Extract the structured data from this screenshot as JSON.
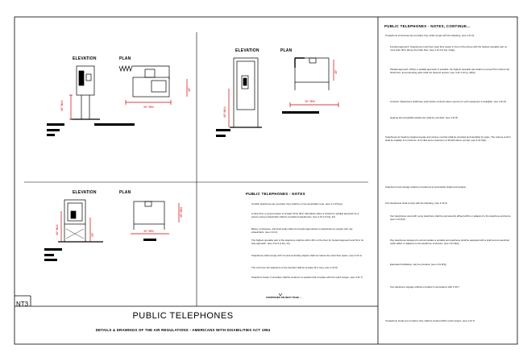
{
  "sheet": {
    "id": "NT3",
    "title": "PUBLIC TELEPHONES",
    "subtitle": "DETAILS & DRAWINGS OF THE AIR REGULATIONS - AMERICANS WITH DISABILITIES ACT 1994"
  },
  "details": {
    "detail_1": {
      "elevation_label": "ELEVATION",
      "plan_label": "PLAN"
    },
    "detail_2": {
      "elevation_label": "ELEVATION",
      "plan_label": "PLAN"
    },
    "detail_3": {
      "elevation_label": "ELEVATION",
      "plan_label": "PLAN"
    }
  },
  "notes_lower": {
    "heading": "PUBLIC TELEPHONES - NOTES",
    "items": [
      "If public telephones are provided, they shall be on the accessible route. (see 4.1.2(7)(a))",
      "A clear floor or ground space of at least 30 by 48 in that allows either a forward or parallel approach by a person using a wheelchair shall be provided at telephones. (see 4.31.2 & Fig. 44)",
      "Bases, enclosures, and fixed seats shall not impede approaches to telephones by people who use wheelchairs. (see 4.31.2)",
      "The highest operable part of the telephone shall be within 48 in of the floor for forward approach and 54 in for side approach. (see 4.31.3 & Fig. 44)",
      "Telephones shall comply with 4.4 and protruding objects shall not reduce the clear floor space. (see 4.31.4)",
      "The cord from the telephone to the handset shall be at least 29 in long. (see 4.31.8)",
      "Telephone books, if provided, shall be located in a position that complies with the reach ranges. (see 4.31.7)"
    ],
    "more_label": "CONTINUED ON NEXT PAGE ---"
  },
  "notes_right": {
    "heading": "PUBLIC TELEPHONES - NOTES, CONTINUE...",
    "items": [
      "If telephone enclosures are provided, they shall comply with the following. (see 4.31.2)",
      "Forward approach. Telephones must have clear floor space in front of the phone with the highest operable part no more than 48 in above the finish floor. (see 4.31.3 & Fig. 44(a))",
      "Parallel approach. Where a parallel approach is possible, the highest operable part shall not exceed 54 in above the finish floor, and protruding parts shall not obstruct access. (see 4.31.3 & Fig. 44(b))",
      "Controls: Telephones shall have push-button controls where service for such equipment is available. (see 4.31.5)",
      "Hearing aid compatible telephones shall be provided. (see 4.31.5)",
      "Telephones for hearing impaired people and volume controls shall be provided and identified by signs. The volume control shall be capable of a minimum of 12 dbA and a maximum of 18 dbA above normal. (see 4.31.5(2))",
      "Telephone book storage shall be provided at an accessible height and location.",
      "Text telephones shall comply with the following. (see 4.31.9)",
      "Text telephones used with a pay telephone shall be permanently affixed within or adjacent to the telephone enclosure. (see 4.31.9(1))",
      "Pay telephones designed to accommodate a portable text telephone shall be equipped with a shelf and an electrical outlet within or adjacent to the telephone enclosure. (see 4.31.9(2))",
      "Equivalent facilitation may be provided. (see 4.31.9(3))",
      "Text telephone signage shall be provided in accordance with 4.30.7.",
      "If telephone books are provided, they shall be located within reach ranges. (see 4.31.7)"
    ]
  }
}
